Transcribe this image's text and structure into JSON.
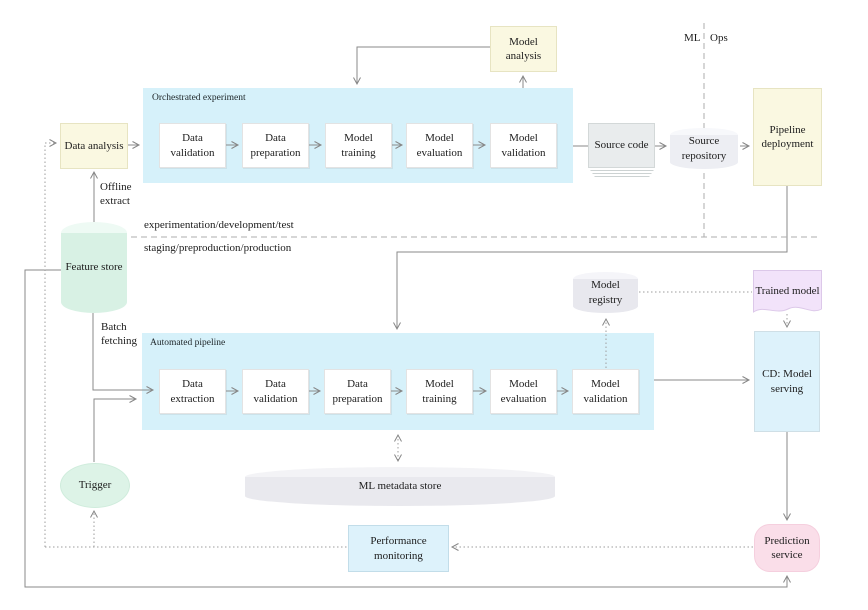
{
  "zones": {
    "ml": "ML",
    "ops": "Ops",
    "env_top": "experimentation/development/test",
    "env_bottom": "staging/preproduction/production"
  },
  "containers": {
    "orchestrated": "Orchestrated experiment",
    "automated": "Automated pipeline"
  },
  "edge_labels": {
    "offline_extract": "Offline extract",
    "batch_fetching": "Batch fetching"
  },
  "nodes": {
    "data_analysis": "Data analysis",
    "model_analysis": "Model analysis",
    "o_data_validation": "Data validation",
    "o_data_preparation": "Data preparation",
    "o_model_training": "Model training",
    "o_model_evaluation": "Model evaluation",
    "o_model_validation": "Model validation",
    "source_code": "Source code",
    "source_repository": "Source repository",
    "pipeline_deployment": "Pipeline deployment",
    "feature_store": "Feature store",
    "model_registry": "Model registry",
    "trained_model": "Trained model",
    "a_data_extraction": "Data extraction",
    "a_data_validation": "Data validation",
    "a_data_preparation": "Data preparation",
    "a_model_training": "Model training",
    "a_model_evaluation": "Model evaluation",
    "a_model_validation": "Model validation",
    "cd_model_serving": "CD: Model serving",
    "trigger": "Trigger",
    "ml_metadata_store": "ML metadata store",
    "performance_monitoring": "Performance monitoring",
    "prediction_service": "Prediction service"
  },
  "colors": {
    "container_cyan": "#d6f1fa",
    "box_yellow": "#faf8e1",
    "box_white": "#ffffff",
    "box_gray": "#e9eced",
    "box_blue": "#ddf2fb",
    "cylinder_green": "#d8f1e4",
    "cylinder_gray": "#e8e8ee",
    "trained_model_lavender": "#f2e3fa",
    "prediction_pink": "#fadee9",
    "line_gray": "#8a8a8a"
  }
}
